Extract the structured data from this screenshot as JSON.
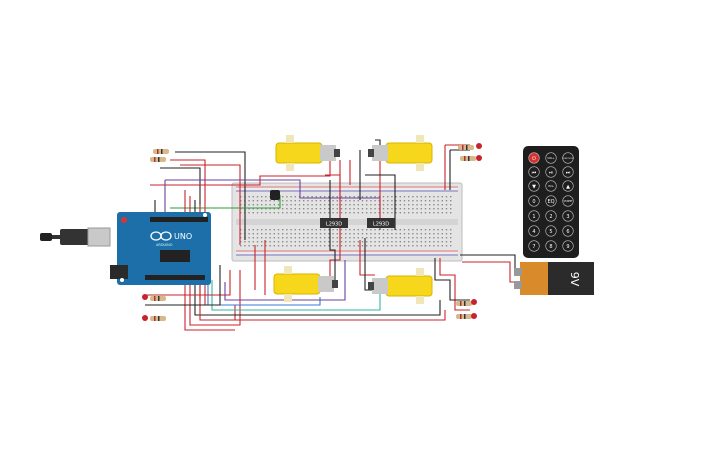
{
  "arduino": {
    "logo_text": "UNO",
    "brand_text": "ARDUINO"
  },
  "motor_drivers": [
    {
      "chip_label": "L293D"
    },
    {
      "chip_label": "L293D"
    }
  ],
  "battery": {
    "voltage_label": "9V"
  },
  "remote": {
    "top_keys": [
      "",
      "VOL+",
      "FUNC/STOP"
    ],
    "nav_keys": [
      "",
      "",
      ""
    ],
    "mid_keys": [
      "",
      "VOL-",
      ""
    ],
    "keys": [
      "0",
      "EQ",
      "ST/REPT",
      "1",
      "2",
      "3",
      "4",
      "5",
      "6",
      "7",
      "8",
      "9"
    ]
  },
  "colors": {
    "wire_red": "#c8232c",
    "wire_black": "#222222",
    "wire_green": "#2e9b3a",
    "wire_purple": "#6a3fa0",
    "wire_blue": "#3a7bd5",
    "wire_teal": "#34b5a5",
    "motor_yellow": "#f7d71c",
    "arduino_blue": "#1c6fa8",
    "battery_orange": "#d98a2b"
  }
}
